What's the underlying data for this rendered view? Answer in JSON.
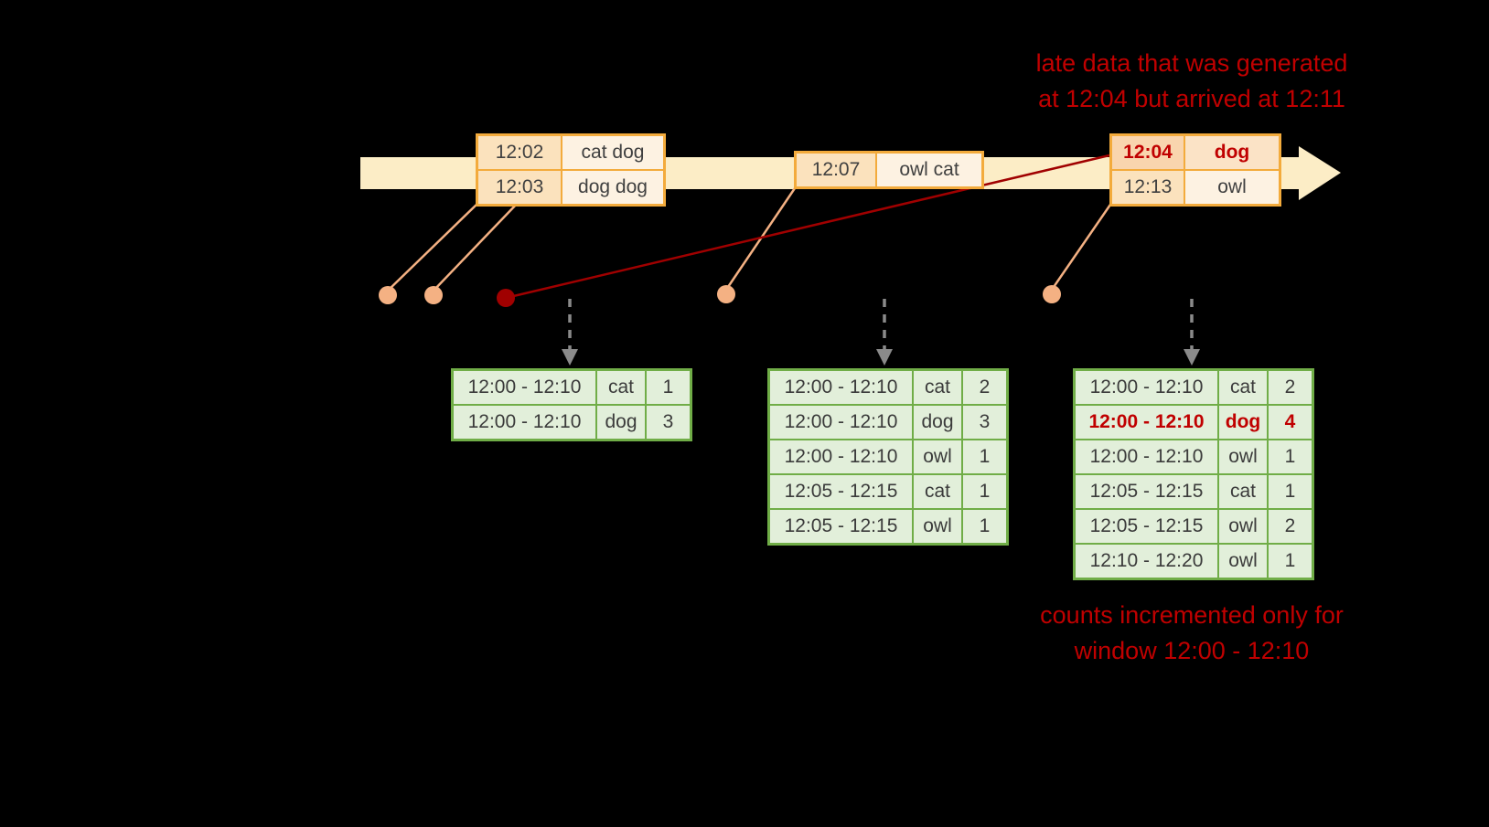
{
  "colors": {
    "background": "#000000",
    "annotation_red": "#c00000",
    "timeline_fill": "#fcedc6",
    "event_border": "#f3ab3c",
    "event_time_fill": "#fbe2bd",
    "event_word_fill": "#fdf2e2",
    "late_event_fill": "#f9d5ae",
    "connector": "#f4b183",
    "late_connector": "#a00000",
    "table_border": "#70ad47",
    "table_fill": "#e2efda",
    "trigger_arrow": "#8a8a8a"
  },
  "late_annotation": {
    "line1": "late data that was generated",
    "line2": "at 12:04 but arrived at 12:11"
  },
  "bottom_annotation": {
    "line1": "counts incremented only for",
    "line2": "window 12:00 - 12:10"
  },
  "events": [
    {
      "rows": [
        {
          "time": "12:02",
          "words": "cat dog",
          "late": false
        },
        {
          "time": "12:03",
          "words": "dog dog",
          "late": false
        }
      ]
    },
    {
      "rows": [
        {
          "time": "12:07",
          "words": "owl cat",
          "late": false
        }
      ]
    },
    {
      "rows": [
        {
          "time": "12:04",
          "words": "dog",
          "late": true
        },
        {
          "time": "12:13",
          "words": "owl",
          "late": false
        }
      ]
    }
  ],
  "result_tables": [
    {
      "rows": [
        {
          "window": "12:00 - 12:10",
          "word": "cat",
          "count": "1",
          "highlight": false
        },
        {
          "window": "12:00 - 12:10",
          "word": "dog",
          "count": "3",
          "highlight": false
        }
      ]
    },
    {
      "rows": [
        {
          "window": "12:00 - 12:10",
          "word": "cat",
          "count": "2",
          "highlight": false
        },
        {
          "window": "12:00 - 12:10",
          "word": "dog",
          "count": "3",
          "highlight": false
        },
        {
          "window": "12:00 - 12:10",
          "word": "owl",
          "count": "1",
          "highlight": false
        },
        {
          "window": "12:05 - 12:15",
          "word": "cat",
          "count": "1",
          "highlight": false
        },
        {
          "window": "12:05 - 12:15",
          "word": "owl",
          "count": "1",
          "highlight": false
        }
      ]
    },
    {
      "rows": [
        {
          "window": "12:00 - 12:10",
          "word": "cat",
          "count": "2",
          "highlight": false
        },
        {
          "window": "12:00 - 12:10",
          "word": "dog",
          "count": "4",
          "highlight": true
        },
        {
          "window": "12:00 - 12:10",
          "word": "owl",
          "count": "1",
          "highlight": false
        },
        {
          "window": "12:05 - 12:15",
          "word": "cat",
          "count": "1",
          "highlight": false
        },
        {
          "window": "12:05 - 12:15",
          "word": "owl",
          "count": "2",
          "highlight": false
        },
        {
          "window": "12:10 - 12:20",
          "word": "owl",
          "count": "1",
          "highlight": false
        }
      ]
    }
  ]
}
